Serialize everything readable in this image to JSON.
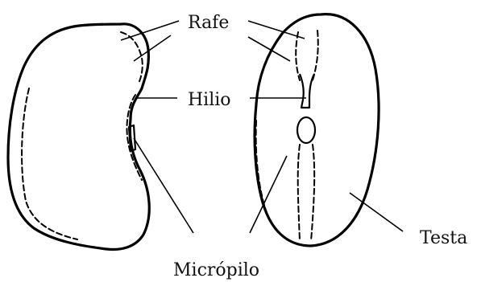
{
  "labels": {
    "rafe": "Rafe",
    "hilio": "Hilio",
    "testa": "Testa",
    "micropilo": "Micrópilo"
  }
}
